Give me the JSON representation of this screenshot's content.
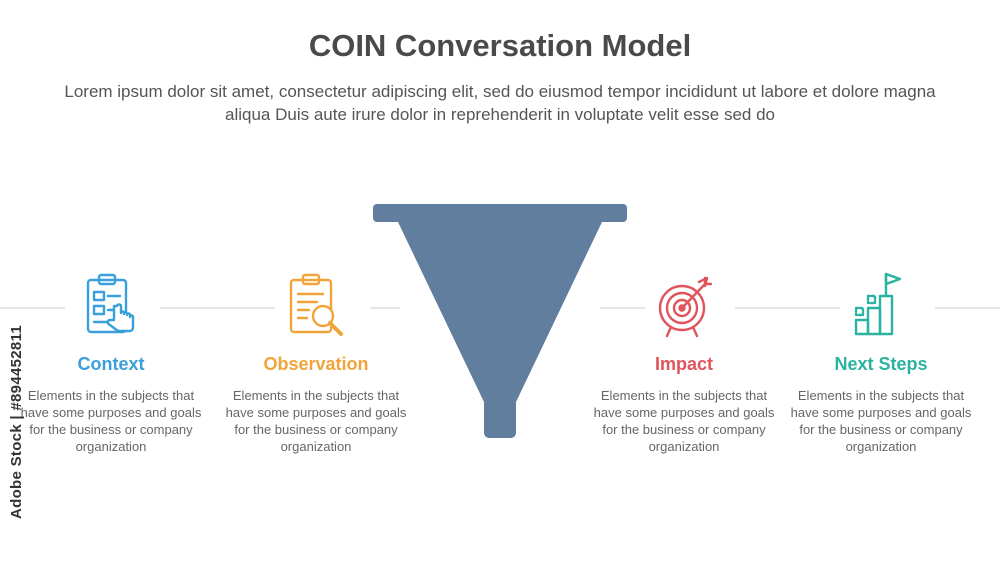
{
  "header": {
    "title": "COIN Conversation Model",
    "subtitle": "Lorem ipsum dolor sit amet, consectetur adipiscing elit, sed do eiusmod tempor incididunt ut labore et dolore magna aliqua Duis aute irure dolor in reprehenderit in voluptate velit esse sed do"
  },
  "items": [
    {
      "label": "Context",
      "color": "#3aa0dc",
      "icon": "clipboard-hand-icon",
      "desc": "Elements in the subjects that have some purposes and goals for the  business or company organization"
    },
    {
      "label": "Observation",
      "color": "#f0a53a",
      "icon": "clipboard-magnifier-icon",
      "desc": "Elements in the subjects that have some purposes and goals for the  business or company organization"
    },
    {
      "label": "Impact",
      "color": "#e0545b",
      "icon": "target-arrow-icon",
      "desc": "Elements in the subjects that have some purposes and goals for the  business or company organization"
    },
    {
      "label": "Next Steps",
      "color": "#2ab3a0",
      "icon": "steps-flag-icon",
      "desc": "Elements in the subjects that have some purposes and goals for the  business or company organization"
    }
  ],
  "funnel": {
    "color": "#627e9e",
    "icon": "funnel-icon"
  },
  "watermark": "Adobe Stock | #894452811"
}
